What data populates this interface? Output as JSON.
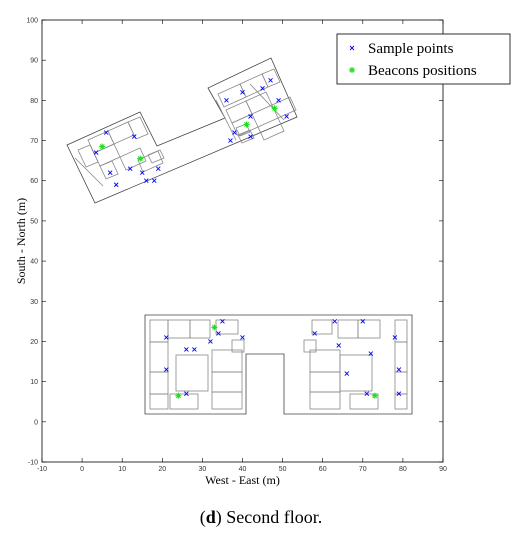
{
  "chart_data": {
    "type": "scatter",
    "xlabel": "West - East (m)",
    "ylabel": "South - North (m)",
    "xlim": [
      -10,
      90
    ],
    "ylim": [
      -10,
      100
    ],
    "xticks": [
      -10,
      0,
      10,
      20,
      30,
      40,
      50,
      60,
      70,
      80,
      90
    ],
    "yticks": [
      -10,
      0,
      10,
      20,
      30,
      40,
      50,
      60,
      70,
      80,
      90,
      100
    ],
    "grid": false,
    "legend_position": "top-right",
    "series": [
      {
        "name": "Sample points",
        "marker": "x",
        "color": "#0000ff",
        "x": [
          3.5,
          6,
          7,
          8.5,
          12,
          13,
          15,
          16,
          18,
          19,
          36,
          40,
          38,
          37,
          42,
          42,
          47,
          45,
          49,
          51,
          35,
          34,
          32,
          21,
          26,
          28,
          40,
          21,
          26,
          58,
          63,
          64,
          70,
          72,
          78,
          79,
          66,
          71,
          79
        ],
        "y": [
          67,
          72,
          62,
          59,
          63,
          71,
          62,
          60,
          60,
          63,
          80,
          82,
          72,
          70,
          71,
          76,
          85,
          83,
          80,
          76,
          25,
          22,
          20,
          21,
          18,
          18,
          21,
          13,
          7,
          22,
          25,
          19,
          25,
          17,
          21,
          13,
          12,
          7,
          7
        ],
        "values": [
          [
            3.5,
            67
          ],
          [
            6,
            72
          ],
          [
            7,
            62
          ],
          [
            8.5,
            59
          ],
          [
            12,
            63
          ],
          [
            13,
            71
          ],
          [
            15,
            62
          ],
          [
            16,
            60
          ],
          [
            18,
            60
          ],
          [
            19,
            63
          ],
          [
            36,
            80
          ],
          [
            40,
            82
          ],
          [
            38,
            72
          ],
          [
            37,
            70
          ],
          [
            42,
            71
          ],
          [
            42,
            76
          ],
          [
            47,
            85
          ],
          [
            45,
            83
          ],
          [
            49,
            80
          ],
          [
            51,
            76
          ],
          [
            35,
            25
          ],
          [
            34,
            22
          ],
          [
            32,
            20
          ],
          [
            21,
            21
          ],
          [
            26,
            18
          ],
          [
            28,
            18
          ],
          [
            40,
            21
          ],
          [
            21,
            13
          ],
          [
            26,
            7
          ],
          [
            58,
            22
          ],
          [
            63,
            25
          ],
          [
            64,
            19
          ],
          [
            70,
            25
          ],
          [
            72,
            17
          ],
          [
            78,
            21
          ],
          [
            79,
            13
          ],
          [
            66,
            12
          ],
          [
            71,
            7
          ],
          [
            79,
            7
          ]
        ]
      },
      {
        "name": "Beacons positions",
        "marker": "*",
        "color": "#22dd22",
        "x": [
          5,
          14.5,
          48,
          41,
          33,
          24,
          73
        ],
        "y": [
          68.5,
          65.5,
          78,
          74,
          23.5,
          6.5,
          6.5
        ],
        "values": [
          [
            5,
            68.5
          ],
          [
            14.5,
            65.5
          ],
          [
            48,
            78
          ],
          [
            41,
            74
          ],
          [
            33,
            23.5
          ],
          [
            24,
            6.5
          ],
          [
            73,
            6.5
          ]
        ]
      }
    ]
  },
  "caption": {
    "bold": "d",
    "text": ") Second floor."
  }
}
